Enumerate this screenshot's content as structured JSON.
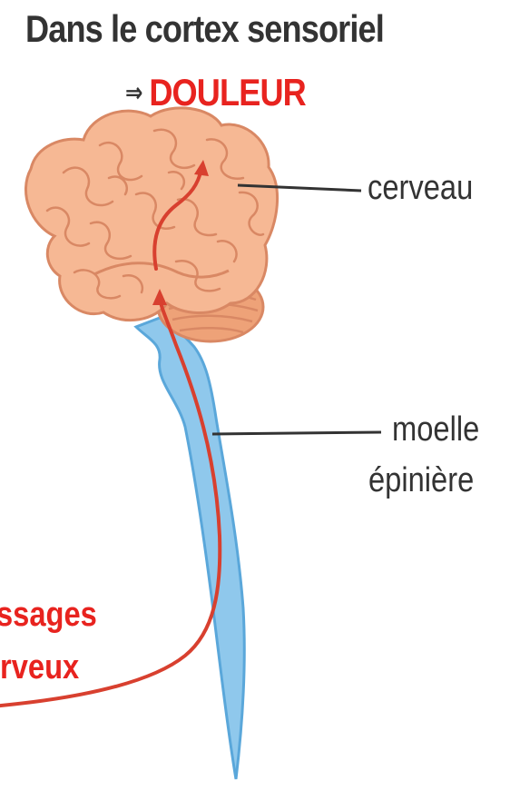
{
  "header": {
    "title": "Dans le cortex sensoriel",
    "result_arrow": "⇒",
    "result_word": "DOULEUR"
  },
  "labels": {
    "brain": "cerveau",
    "spinal_cord_line1": "moelle",
    "spinal_cord_line2": "épinière",
    "messages_line1": "ssages",
    "messages_line2": "rveux"
  },
  "colors": {
    "highlight_red": "#e8231f",
    "nerve_path_red": "#d8402f",
    "text_dark": "#333333",
    "brain_fill": "#f6b894",
    "brain_outline": "#d98864",
    "cerebellum_fill": "#eea278",
    "spinal_cord_fill": "#8fc8ec",
    "spinal_cord_outline": "#5aa7da",
    "leader_line": "#333333"
  }
}
